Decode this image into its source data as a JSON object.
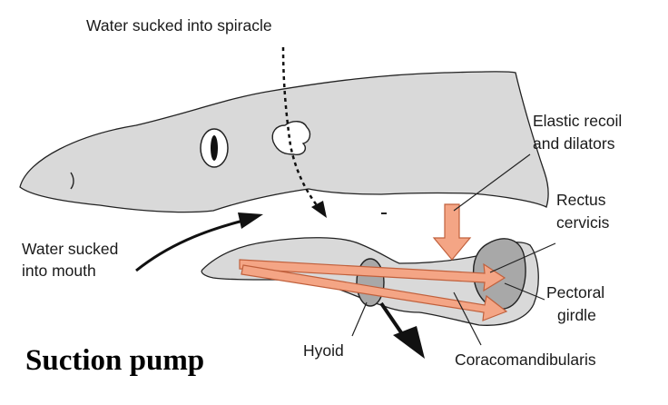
{
  "title": "Suction pump",
  "labels": {
    "spiracle": "Water sucked into spiracle",
    "mouth_line1": "Water sucked",
    "mouth_line2": "into mouth",
    "elastic_line1": "Elastic recoil",
    "elastic_line2": "and dilators",
    "rectus_line1": "Rectus",
    "rectus_line2": "cervicis",
    "pectoral_line1": "Pectoral",
    "pectoral_line2": "girdle",
    "hyoid": "Hyoid",
    "coraco": "Coracomandibularis"
  },
  "colors": {
    "body_fill": "#d9d9d9",
    "bone_fill": "#a8a8a8",
    "muscle_fill": "#f4a585",
    "muscle_stroke": "#c0603c",
    "outline": "#222222"
  },
  "icons": {
    "eye": "eye-icon",
    "flow_arrow": "arrow-icon"
  }
}
